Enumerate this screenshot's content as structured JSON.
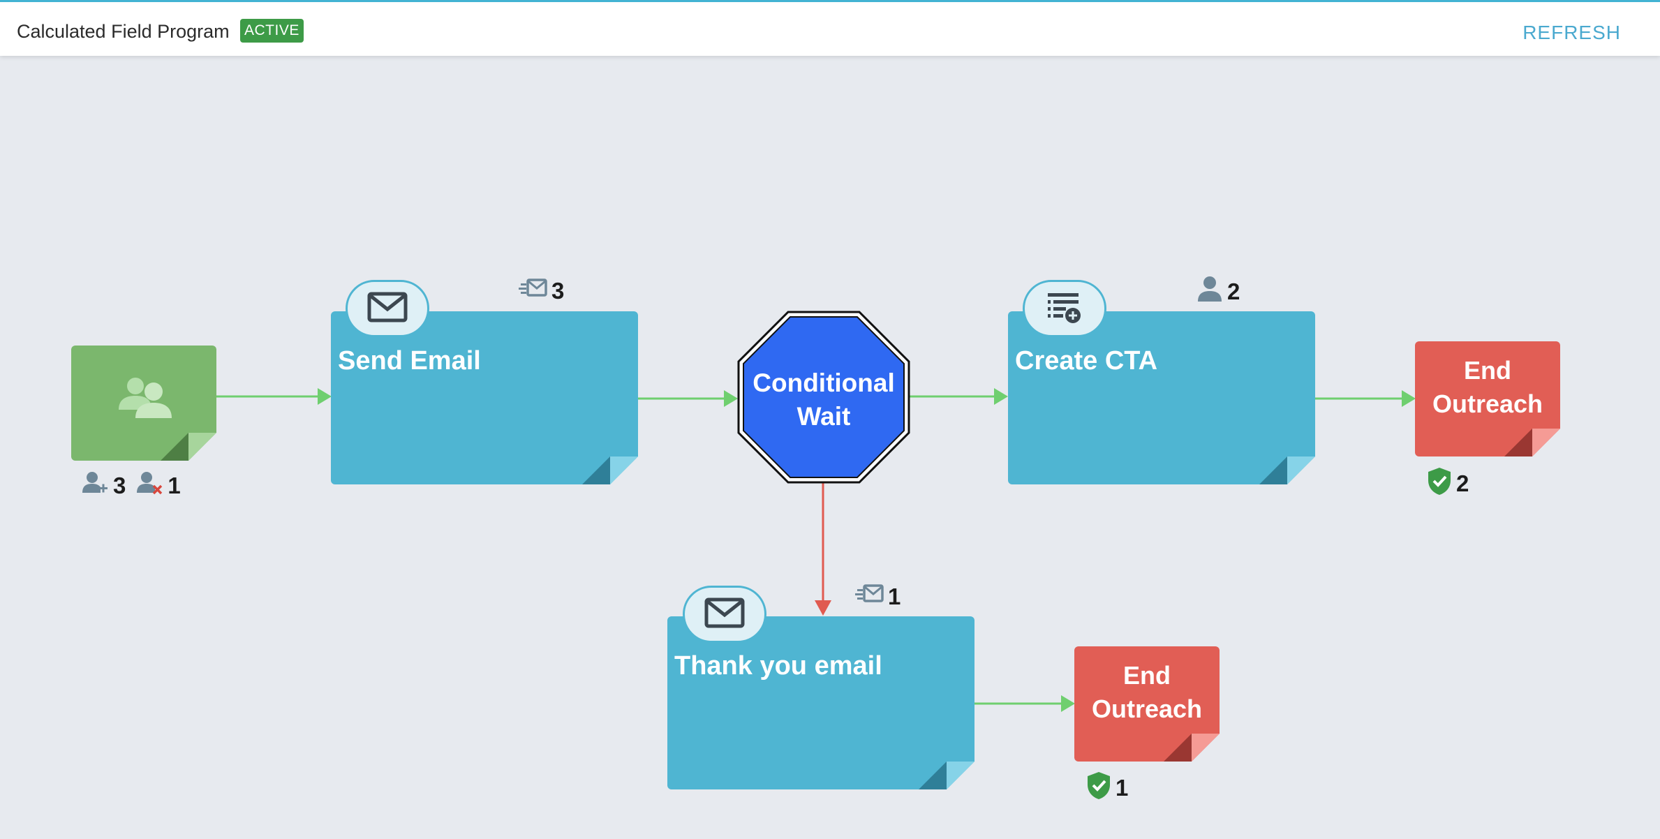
{
  "header": {
    "program_title": "Calculated Field Program",
    "status_badge": "ACTIVE",
    "refresh_label": "REFRESH"
  },
  "flow": {
    "start": {
      "icon": "group-icon",
      "added_count": "3",
      "removed_count": "1"
    },
    "send_email": {
      "label": "Send Email",
      "icon": "envelope-icon",
      "sent_count": "3"
    },
    "conditional_wait": {
      "label": "Conditional\nWait"
    },
    "create_cta": {
      "label": "Create CTA",
      "icon": "list-add-icon",
      "people_count": "2"
    },
    "end_outreach_top": {
      "label": "End\nOutreach",
      "completed_count": "2"
    },
    "thank_you_email": {
      "label": "Thank you email",
      "icon": "envelope-icon",
      "sent_count": "1"
    },
    "end_outreach_bottom": {
      "label": "End\nOutreach",
      "completed_count": "1"
    }
  },
  "colors": {
    "accent": "#4aa9cf",
    "badge": "#3d9b47",
    "start_node": "#7bb76d",
    "action_node": "#4fb5d2",
    "end_node": "#e15e55",
    "wait_node": "#2f69f2",
    "connector_true": "#6fcf6f",
    "connector_false": "#e05a50"
  }
}
